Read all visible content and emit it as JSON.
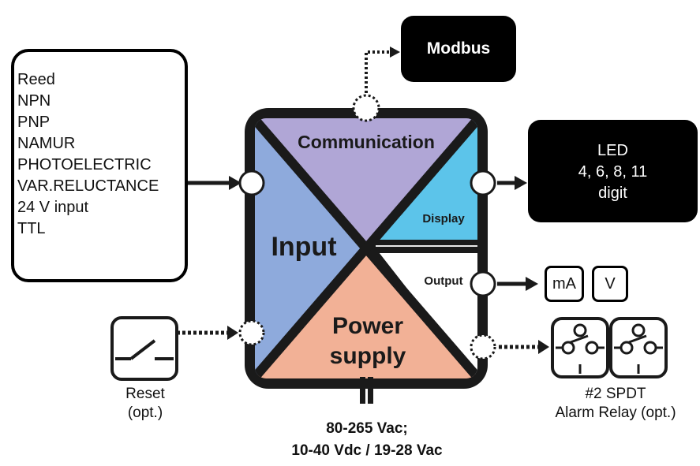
{
  "input_types": {
    "items": [
      "Reed",
      "NPN",
      "PNP",
      "NAMUR",
      "PHOTOELECTRIC",
      "VAR.RELUCTANCE",
      "24 V input",
      "TTL"
    ]
  },
  "modbus": {
    "label": "Modbus"
  },
  "module": {
    "communication": "Communication",
    "display": "Display",
    "input": "Input",
    "output": "Output",
    "power_supply_line1": "Power",
    "power_supply_line2": "supply",
    "colors": {
      "communication": "#b0a6d6",
      "input": "#8eaadc",
      "display": "#5cc4ea",
      "output": "#ffffff",
      "power": "#f2b196",
      "frame": "#1a1a1a"
    }
  },
  "led": {
    "line1": "LED",
    "line2": "4, 6, 8, 11",
    "line3": "digit"
  },
  "analog_output": {
    "ma": "mA",
    "v": "V"
  },
  "reset": {
    "line1": "Reset",
    "line2": "(opt.)"
  },
  "relay": {
    "line1": "#2 SPDT",
    "line2": "Alarm Relay (opt.)"
  },
  "power_spec": {
    "line1": "80-265 Vac;",
    "line2": "10-40 Vdc / 19-28 Vac"
  }
}
